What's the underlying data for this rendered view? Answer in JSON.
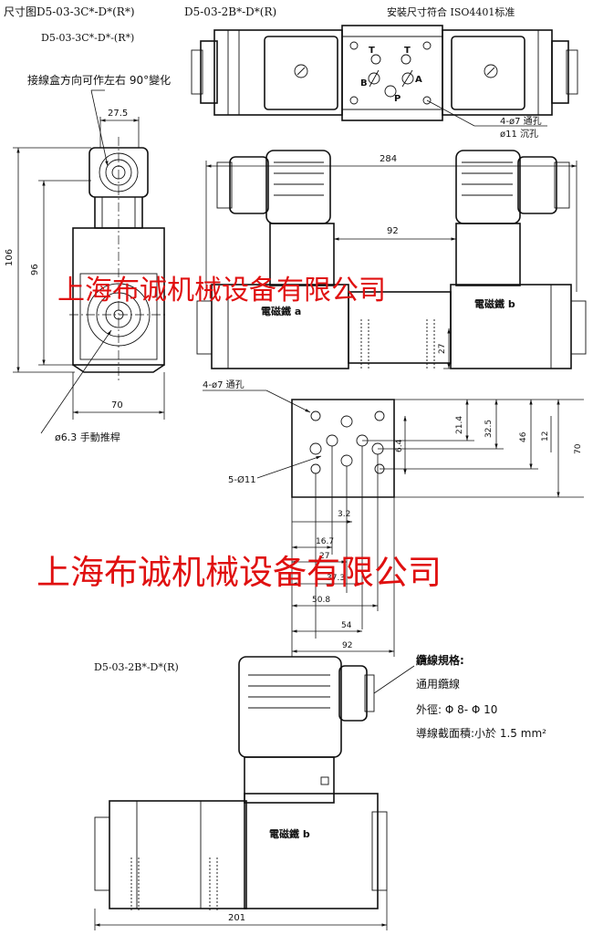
{
  "header": {
    "title_left": "尺寸图D5-03-3C*-D*(R*)",
    "title_mid": "D5-03-2B*-D*(R)",
    "subtitle": "D5-03-3C*-D*-(R*)",
    "mount_note": "安裝尺寸符合 ISO4401标准"
  },
  "notes": {
    "junction_box": "接線盒方向可作左右 90°變化",
    "manual_push": "ø6.3 手動推桿",
    "through_holes_top": "4-ø7 通孔",
    "counterbore": "ø11 沉孔",
    "through_holes_plate": "4-ø7 通孔",
    "holes_5": "5-Ø11"
  },
  "port_labels": {
    "t1": "T",
    "t2": "T",
    "a": "A",
    "b": "B",
    "p": "P"
  },
  "solenoid_labels": {
    "a": "電磁鐵 a",
    "b": "電磁鐵 b",
    "b_single": "電磁鐵 b"
  },
  "dimensions": {
    "d27_5": "27.5",
    "d106": "106",
    "d96": "96",
    "d70_side": "70",
    "d284": "284",
    "d92_top": "92",
    "d27": "27",
    "d21_4": "21.4",
    "d32_5": "32.5",
    "d46": "46",
    "d12": "12",
    "d70_plate": "70",
    "d6_4": "6.4",
    "d3_2": "3.2",
    "d16_7": "16.7",
    "d27_h": "27",
    "d37_3": "37.3",
    "d50_8": "50.8",
    "d54": "54",
    "d92_plate": "92",
    "d201": "201"
  },
  "lower_view": {
    "title": "D5-03-2B*-D*(R)"
  },
  "cable_spec": {
    "heading": "纜線規格:",
    "type": "通用纜線",
    "outer_dia": "外徑: Φ 8- Φ 10",
    "section": "導線截面積:小於 1.5 mm²"
  },
  "watermark": {
    "text1": "上海布诚机械设备有限公司",
    "text2": "上海布诚机械设备有限公司",
    "color": "#e01010"
  }
}
